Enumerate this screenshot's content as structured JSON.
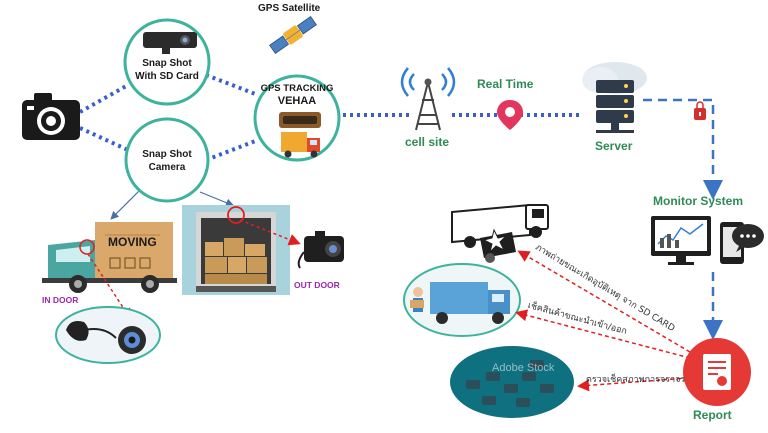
{
  "labels": {
    "gps_satellite": "GPS Satellite",
    "snap_sd_line1": "Snap Shot",
    "snap_sd_line2": "With SD Card",
    "gps_tracking_line1": "GPS TRACKING",
    "gps_tracking_line2": "VEHAA",
    "snap_cam_line1": "Snap Shot",
    "snap_cam_line2": "Camera",
    "cell_site": "cell site",
    "real_time": "Real Time",
    "server": "Server",
    "monitor_system": "Monitor System",
    "moving": "MOVING",
    "in_door": "IN DOOR",
    "out_door": "OUT DOOR",
    "report": "Report"
  },
  "arrow_texts": {
    "accident": "ภาพถ่ายขณะเกิดอุบัติเหตุ จาก SD CARD",
    "loading": "เช็คสินค้าขณะนำเข้า/ออก",
    "traffic": "ตรวจเช็คสภาพการจราจร"
  },
  "watermark": "Adobe Stock",
  "colors": {
    "teal": "#3db39e",
    "link_blue": "#3a5fcd",
    "arrow_red": "#e02020",
    "dash_blue": "#3b74c4",
    "label_green": "#2e8b57",
    "report_red": "#e53935"
  }
}
